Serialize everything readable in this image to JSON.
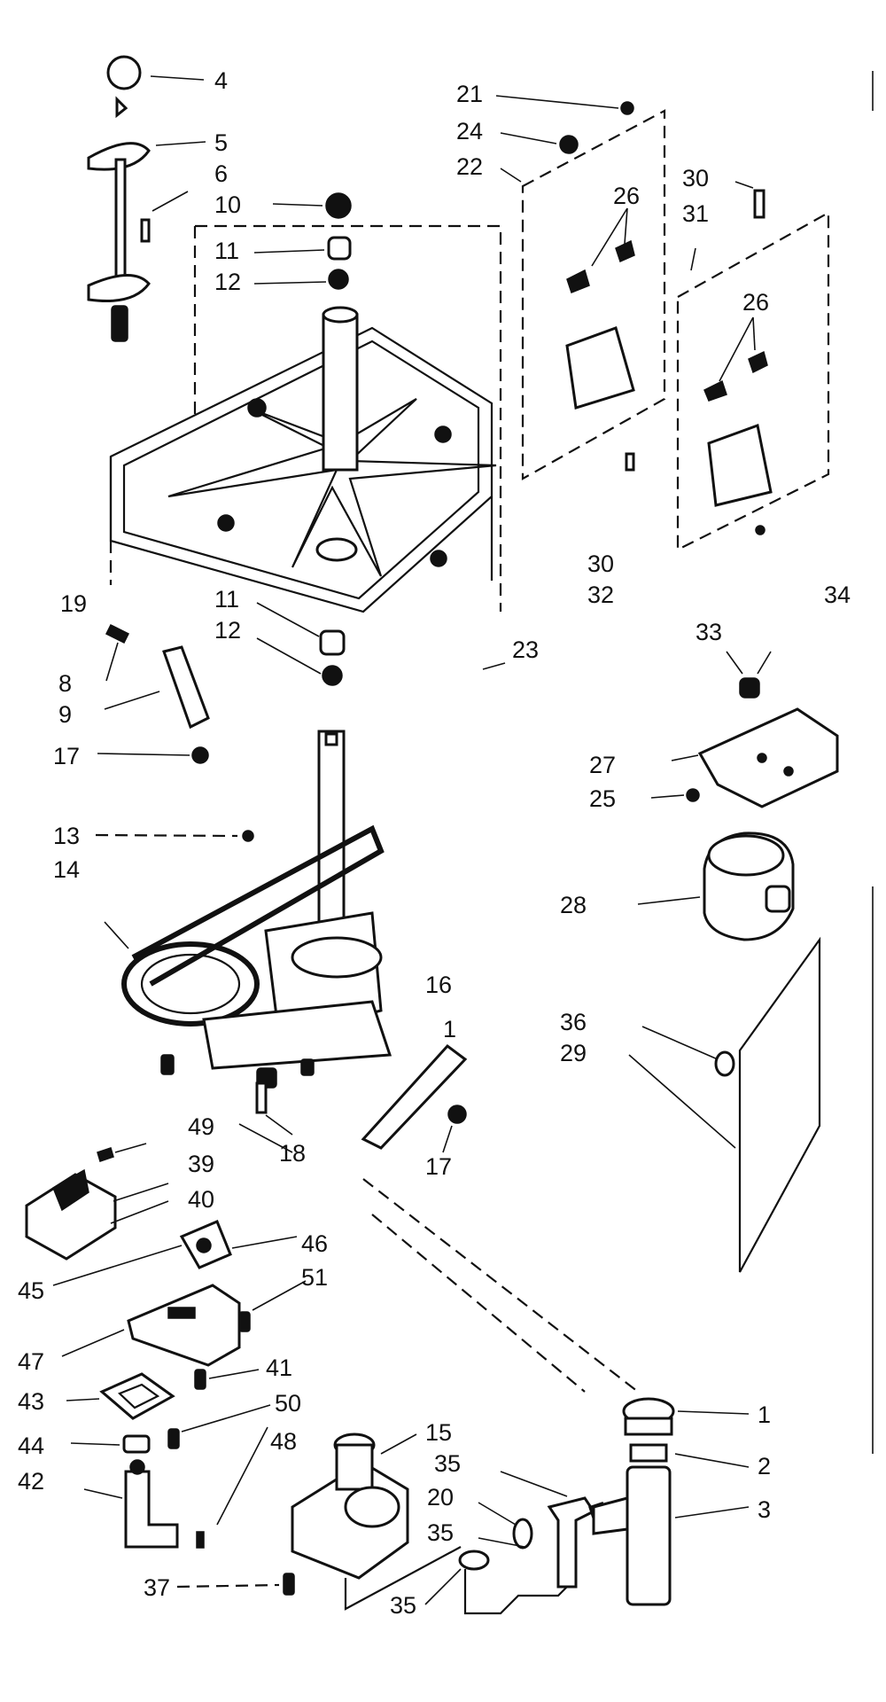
{
  "labels": {
    "p4": "4",
    "p5": "5",
    "p6": "6",
    "p10": "10",
    "p11a": "11",
    "p12a": "12",
    "p21": "21",
    "p24": "24",
    "p22": "22",
    "p26a": "26",
    "p30a": "30",
    "p31": "31",
    "p26b": "26",
    "p30b": "30",
    "p32": "32",
    "p34": "34",
    "p19": "19",
    "p11b": "11",
    "p12b": "12",
    "p23": "23",
    "p8": "8",
    "p9": "9",
    "p17a": "17",
    "p33": "33",
    "p27": "27",
    "p25": "25",
    "p13": "13",
    "p14": "14",
    "p28": "28",
    "p16": "16",
    "p1a": "1",
    "p36": "36",
    "p29": "29",
    "p49": "49",
    "p39": "39",
    "p40": "40",
    "p18": "18",
    "p17b": "17",
    "p46": "46",
    "p45": "45",
    "p51": "51",
    "p47": "47",
    "p41": "41",
    "p43": "43",
    "p50": "50",
    "p44": "44",
    "p48": "48",
    "p42": "42",
    "p15": "15",
    "p35a": "35",
    "p1b": "1",
    "p2": "2",
    "p20": "20",
    "p35b": "35",
    "p3": "3",
    "p37": "37",
    "p35c": "35"
  }
}
